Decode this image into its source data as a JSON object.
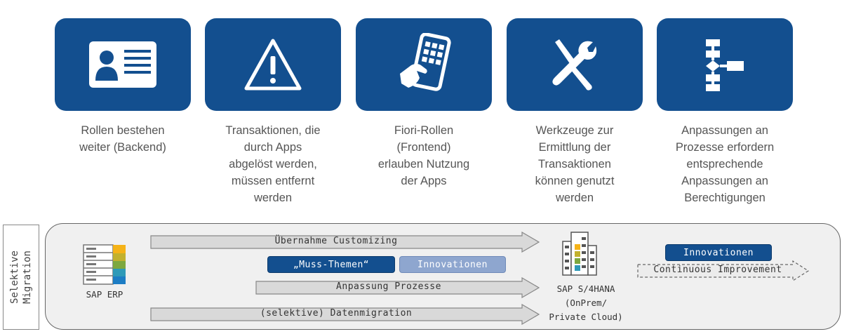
{
  "tiles": [
    {
      "icon": "id-card-icon",
      "caption": "Rollen bestehen\nweiter (Backend)"
    },
    {
      "icon": "warning-icon",
      "caption": "Transaktionen, die\ndurch Apps\nabgelöst werden,\nmüssen entfernt\nwerden"
    },
    {
      "icon": "touch-phone-icon",
      "caption": "Fiori-Rollen\n(Frontend)\nerlauben Nutzung\nder Apps"
    },
    {
      "icon": "tools-icon",
      "caption": "Werkzeuge zur\nErmittlung der\nTransaktionen\nkönnen genutzt\nwerden"
    },
    {
      "icon": "flowchart-icon",
      "caption": "Anpassungen an\nProzesse erfordern\nentsprechende\nAnpassungen an\nBerechtigungen"
    }
  ],
  "side_label": "Selektive\nMigration",
  "source_system": "SAP ERP",
  "target_system": "SAP S/4HANA\n(OnPrem/\nPrivate Cloud)",
  "arrows": {
    "customizing": "Übernahme Customizing",
    "prozesse": "Anpassung Prozesse",
    "datenmigration": "(selektive) Datenmigration",
    "continuous": "Continuous Improvement"
  },
  "pills": {
    "muss": "„Muss-Themen“",
    "innovationen_mid": "Innovationen",
    "innovationen_right": "Innovationen"
  },
  "colors": {
    "tile_blue": "#134f8f",
    "light_blue": "#8ea6cf",
    "arrow_gray": "#d9d9d9"
  }
}
